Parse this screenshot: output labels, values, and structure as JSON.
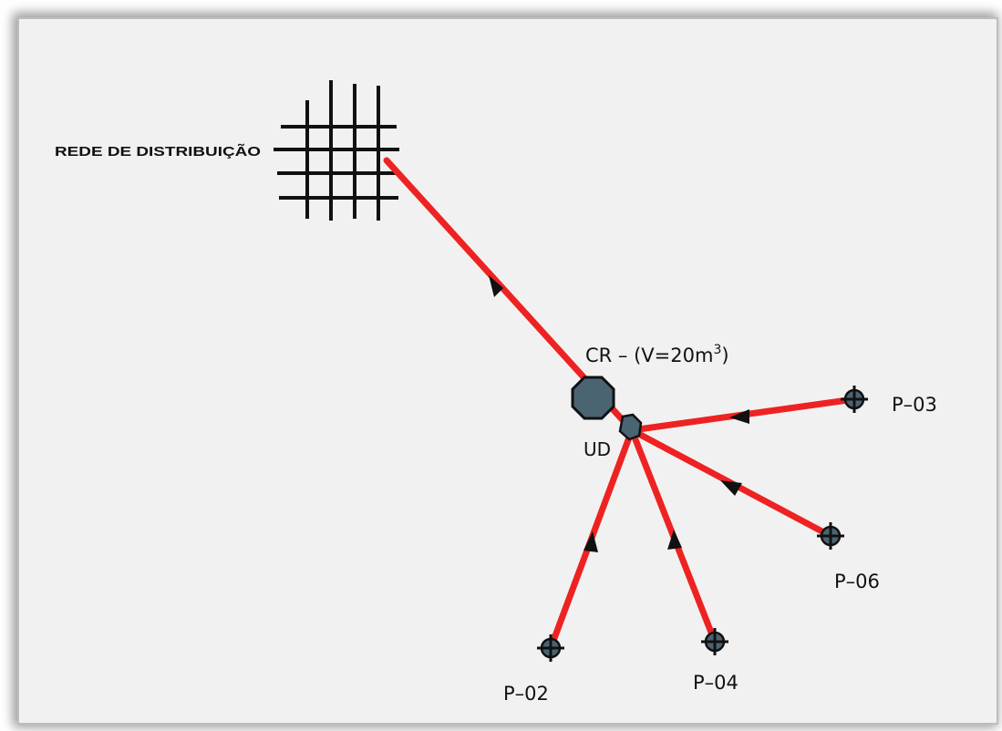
{
  "diagram": {
    "labels": {
      "network": "REDE DE DISTRIBUIÇÃO",
      "reservoir_prefix": "CR  –  (V=20m",
      "reservoir_exponent": "3",
      "reservoir_suffix": ")",
      "treatment_unit": "UD",
      "wells": [
        "P–02",
        "P–03",
        "P–04",
        "P–06"
      ]
    },
    "colors": {
      "pipe": "#ee2222",
      "node_fill": "#4a6472",
      "ink": "#111111",
      "paper": "#f1f1f1"
    },
    "icons": {
      "network": "distribution-grid-icon",
      "well": "crosshair-well-icon",
      "reservoir": "octagon-reservoir-icon",
      "treatment": "hexagon-unit-icon",
      "flow": "flow-arrow-icon"
    }
  }
}
